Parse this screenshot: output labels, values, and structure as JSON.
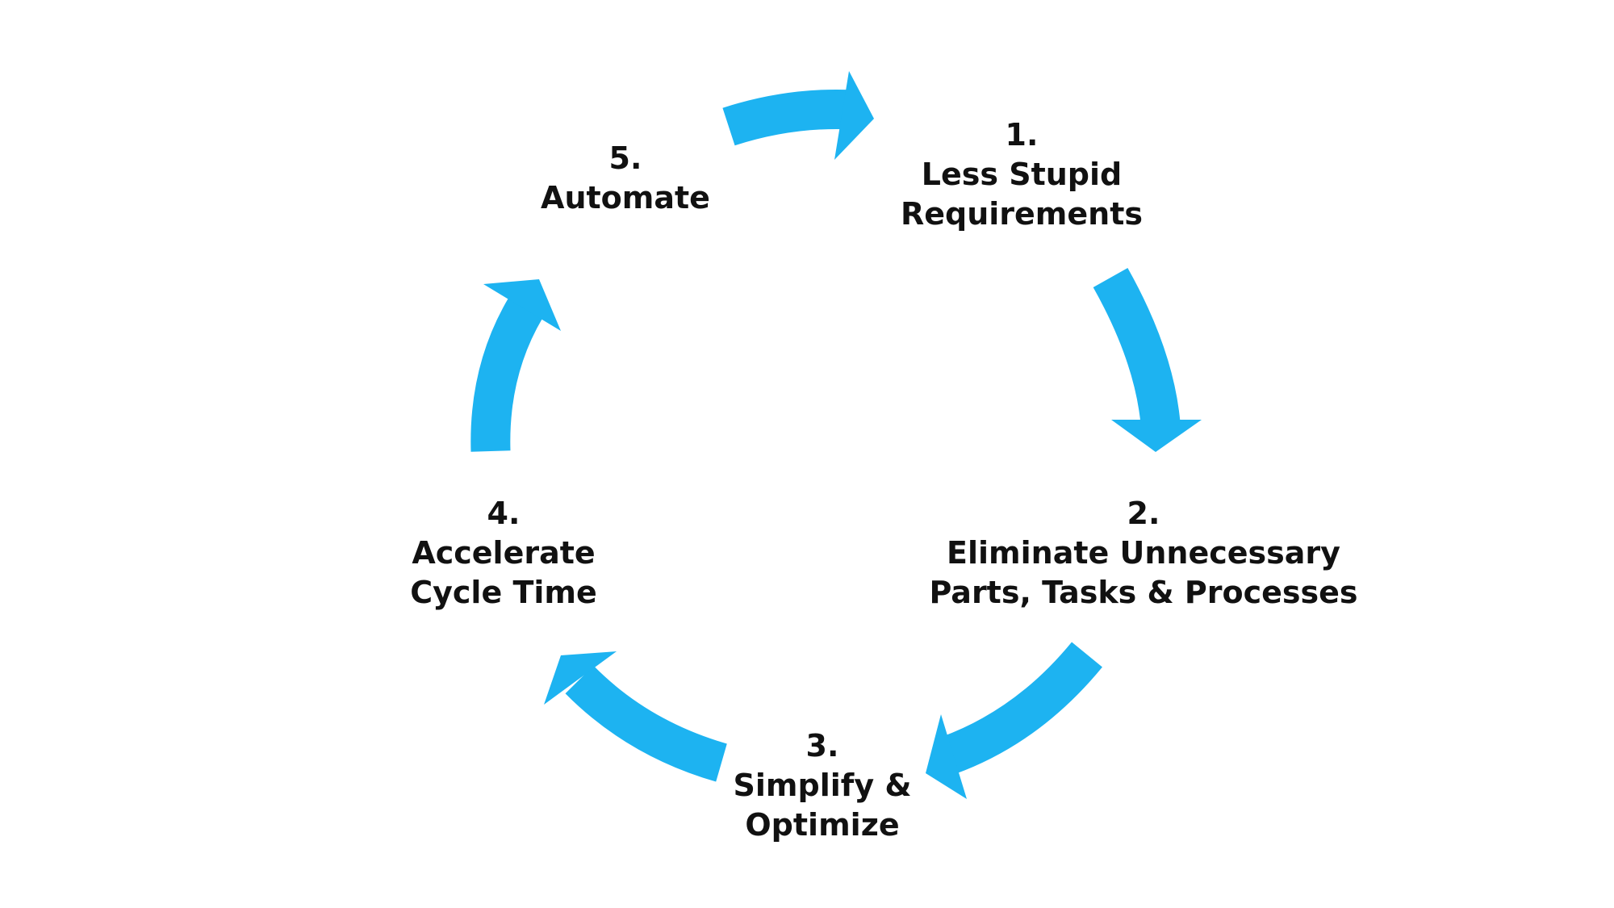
{
  "diagram": {
    "accent_color": "#1db3f1",
    "text_color": "#111111",
    "steps": [
      {
        "number": "1.",
        "lines": [
          "Less Stupid",
          "Requirements"
        ]
      },
      {
        "number": "2.",
        "lines": [
          "Eliminate Unnecessary",
          "Parts, Tasks & Processes"
        ]
      },
      {
        "number": "3.",
        "lines": [
          "Simplify &",
          "Optimize"
        ]
      },
      {
        "number": "4.",
        "lines": [
          "Accelerate",
          "Cycle Time"
        ]
      },
      {
        "number": "5.",
        "lines": [
          "Automate"
        ]
      }
    ]
  }
}
